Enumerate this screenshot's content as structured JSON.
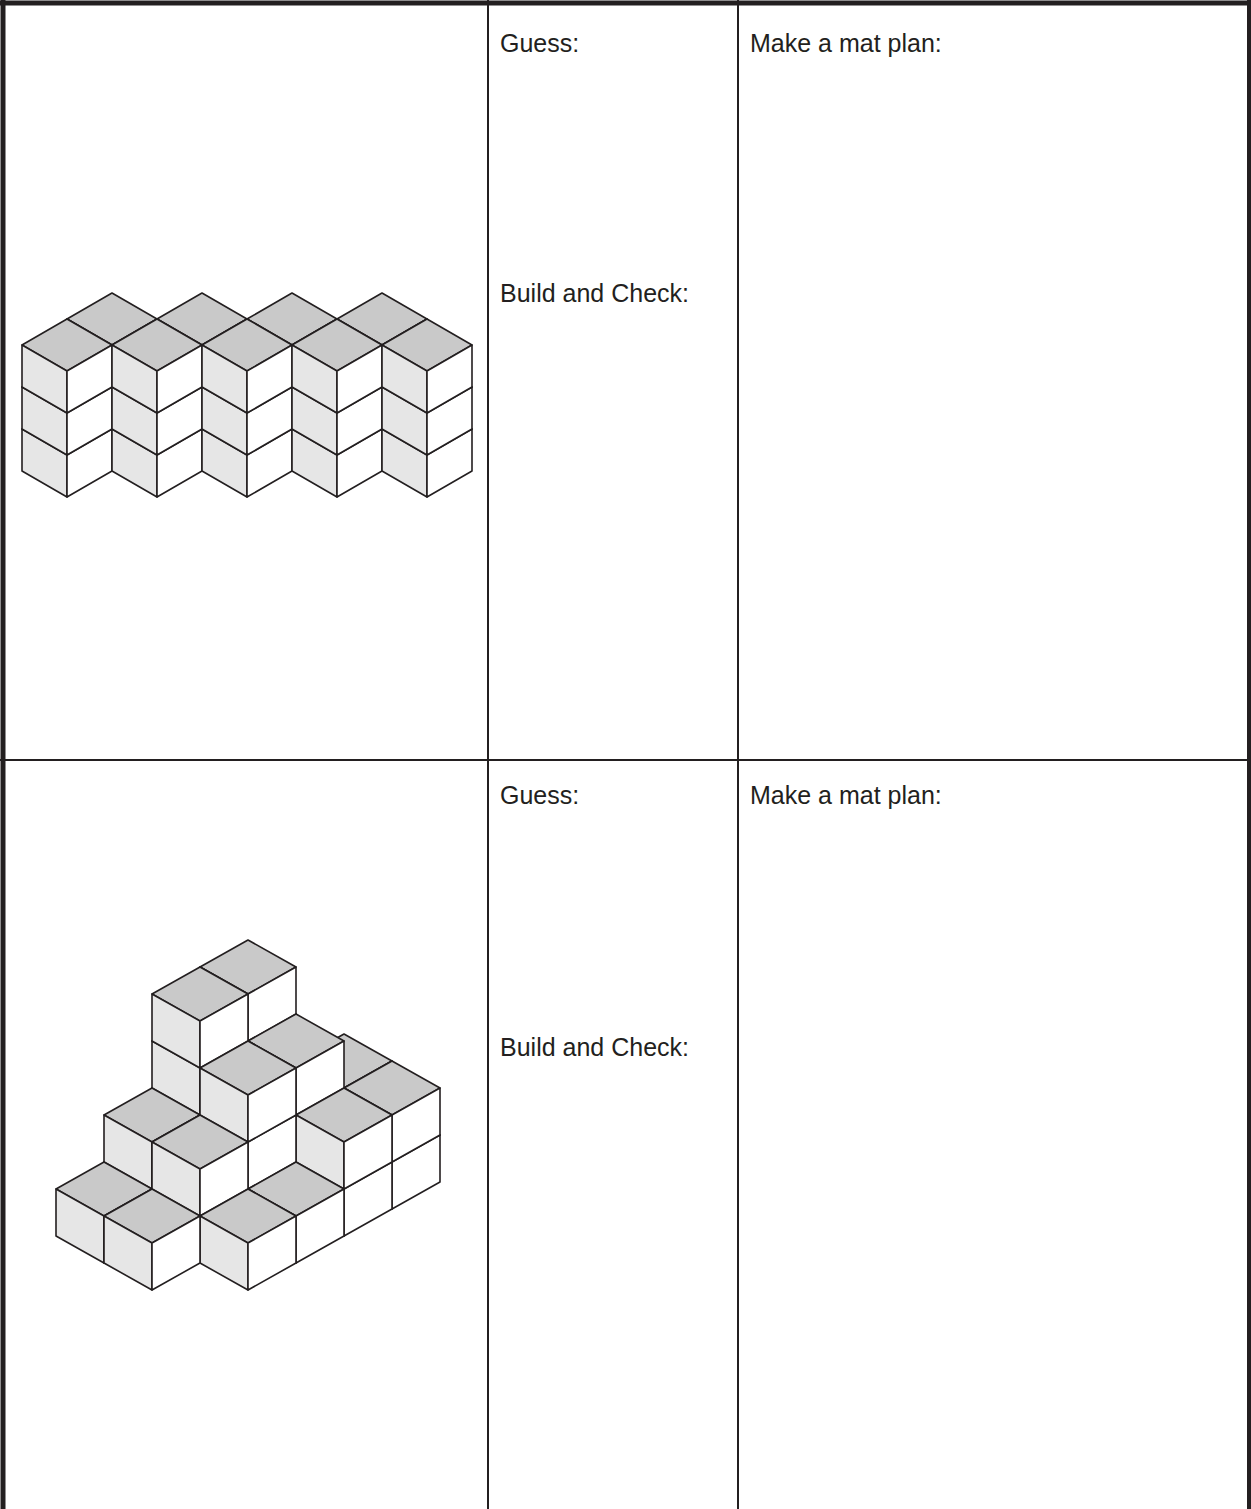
{
  "diagram": {
    "nodes": [
      {
        "text": [
          "Guess:",
          "Build and Check:"
        ]
      },
      {
        "text": [
          "Make a mat plan:"
        ]
      },
      {
        "text": [
          "Guess:",
          "Build and Check:"
        ]
      },
      {
        "text": [
          "Make a mat plan:"
        ]
      }
    ]
  }
}
